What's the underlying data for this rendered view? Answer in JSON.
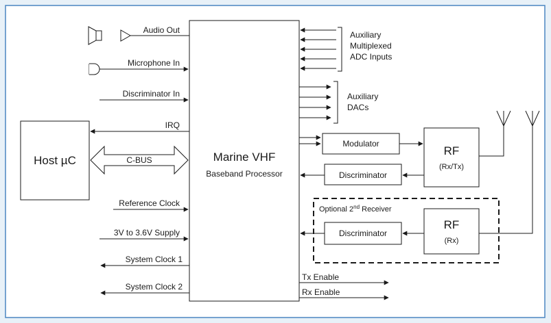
{
  "colors": {
    "background": "#e8f1f8",
    "panel": "#ffffff",
    "border": "#4a86c1",
    "line": "#1a1a1a"
  },
  "processor": {
    "title": "Marine VHF",
    "subtitle": "Baseband Processor"
  },
  "host": {
    "label": "Host  µC"
  },
  "bus": {
    "label": "C-BUS"
  },
  "signals_left": {
    "audio_out": "Audio Out",
    "microphone_in": "Microphone In",
    "discriminator_in": "Discriminator In",
    "irq": "IRQ",
    "reference_clock": "Reference Clock",
    "supply": "3V to  3.6V Supply",
    "system_clock_1": "System Clock  1",
    "system_clock_2": "System Clock  2"
  },
  "aux_adc": {
    "line1": "Auxiliary",
    "line2": "Multiplexed",
    "line3": "ADC Inputs"
  },
  "aux_dac": {
    "line1": "Auxiliary",
    "line2": "DACs"
  },
  "blocks": {
    "modulator": "Modulator",
    "discriminator_1": "Discriminator",
    "discriminator_2": "Discriminator",
    "rf1_title": "RF",
    "rf1_sub": "(Rx/Tx)",
    "rf2_title": "RF",
    "rf2_sub": "(Rx)"
  },
  "optional": {
    "prefix": "Optional  2",
    "sup": "nd",
    "suffix": " Receiver"
  },
  "outputs": {
    "tx_enable": "Tx Enable",
    "rx_enable": "Rx Enable"
  },
  "icons": {
    "speaker": "speaker-icon",
    "microphone": "microphone-icon",
    "antenna": "antenna-icon"
  }
}
